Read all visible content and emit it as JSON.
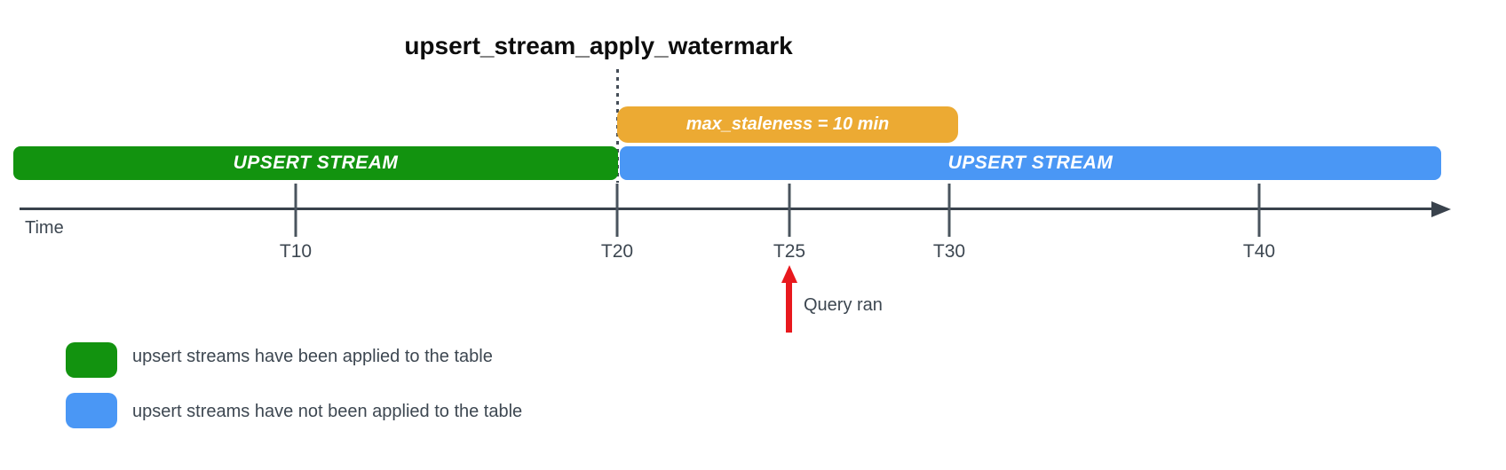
{
  "title": "upsert_stream_apply_watermark",
  "colors": {
    "applied_green": "#12930f",
    "pending_blue": "#4a97f5",
    "staleness_orange": "#ecaa33",
    "query_red": "#e8181d",
    "axis_dark": "#39424c"
  },
  "staleness_box": {
    "label": "max_staleness = 10 min"
  },
  "bars": {
    "applied_label": "UPSERT STREAM",
    "pending_label": "UPSERT STREAM"
  },
  "timeline": {
    "axis_label": "Time",
    "ticks": [
      {
        "label": "T10"
      },
      {
        "label": "T20"
      },
      {
        "label": "T25"
      },
      {
        "label": "T30"
      },
      {
        "label": "T40"
      }
    ]
  },
  "annotation": {
    "label": "Query ran"
  },
  "legend": {
    "items": [
      {
        "color": "#12930f",
        "label": "upsert streams have been applied to the table"
      },
      {
        "color": "#4a97f5",
        "label": "upsert streams have not been applied to the table"
      }
    ]
  }
}
